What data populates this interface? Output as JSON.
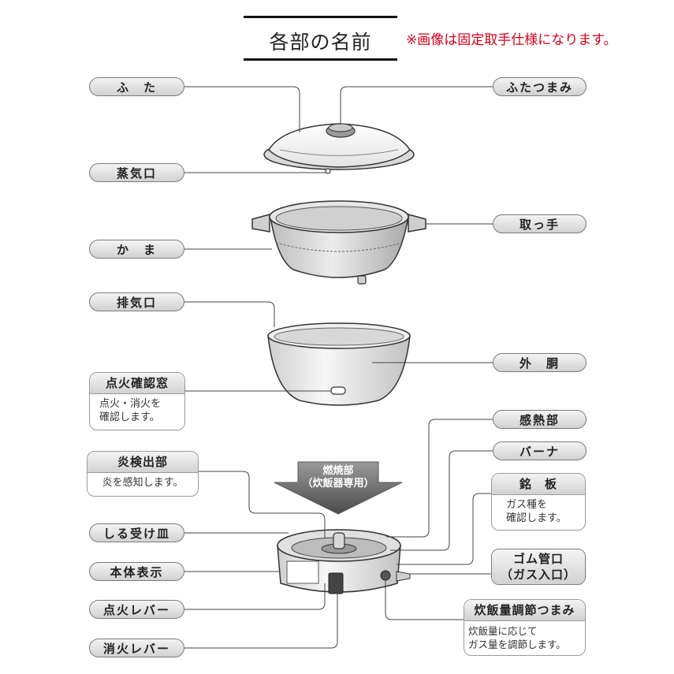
{
  "title": "各部の名前",
  "note": "※画像は固定取手仕様になります。",
  "center_arrow": {
    "text": "燃焼部\n（炊飯器専用）"
  },
  "labels": {
    "futa": "ふ　た",
    "futa_tsumami": "ふたつまみ",
    "jokiguchi": "蒸気口",
    "totte": "取っ手",
    "kama": "か　ま",
    "haikiguchi": "排気口",
    "gaido": "外　胴",
    "kanetsubu": "感熱部",
    "burner": "バーナ",
    "shiru_ukezara": "しる受け皿",
    "hontai_hyoji": "本体表示",
    "tenka_lever": "点火レバー",
    "shoka_lever": "消火レバー"
  },
  "boxes": {
    "tenka_mado": {
      "title": "点火確認窓",
      "desc": "点火・消火を\n確認します。"
    },
    "honoo_kenshutsu": {
      "title": "炎検出部",
      "desc": "炎を感知します。"
    },
    "meiban": {
      "title": "銘　板",
      "desc": "ガス種を\n確認します。"
    },
    "gomu_kanguchi": {
      "title": "ゴム管口\n（ガス入口）"
    },
    "suihanryo": {
      "title": "炊飯量調節つまみ",
      "desc": "炊飯量に応じて\nガス量を調節します。"
    }
  }
}
